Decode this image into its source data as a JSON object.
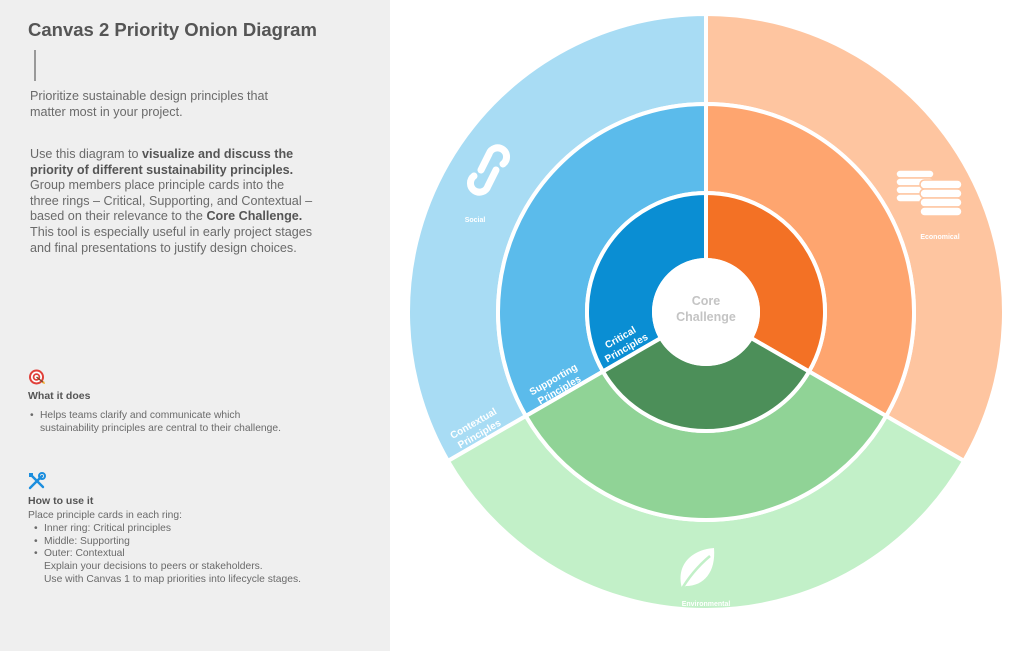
{
  "panel": {
    "title": "Canvas 2 Priority Onion Diagram",
    "intro_lines": [
      "Prioritize sustainable design principles that",
      "matter most in your project."
    ],
    "description_lines": [
      [
        {
          "t": "Use this diagram to ",
          "b": false
        },
        {
          "t": "visualize and discuss the",
          "b": true
        }
      ],
      [
        {
          "t": "priority of different sustainability principles.",
          "b": true
        }
      ],
      [
        {
          "t": "Group members place principle cards into the",
          "b": false
        }
      ],
      [
        {
          "t": "three rings – Critical, Supporting, and Contextual –",
          "b": false
        }
      ],
      [
        {
          "t": "based on their relevance to the ",
          "b": false
        },
        {
          "t": "Core Challenge.",
          "b": true
        }
      ],
      [
        {
          "t": "This tool is especially useful in early project stages",
          "b": false
        }
      ],
      [
        {
          "t": "and final presentations to justify design choices.",
          "b": false
        }
      ]
    ],
    "what_it_does": {
      "icon": "target-icon",
      "title": "What it does",
      "bullets": [
        "Helps teams clarify and communicate which",
        "sustainability principles are central to their challenge."
      ]
    },
    "how_to_use": {
      "icon": "tools-icon",
      "title": "How to use it",
      "lead": "Place principle cards in each ring:",
      "bullets": [
        "Inner ring: Critical principles",
        "Middle: Supporting",
        "Outer: Contextual"
      ],
      "notes": [
        "Explain your decisions to peers or stakeholders.",
        "Use with Canvas 1 to map priorities into lifecycle stages."
      ]
    }
  },
  "diagram": {
    "core_label": [
      "Core",
      "Challenge"
    ],
    "ring_labels": {
      "critical": [
        "Critical",
        "Principles"
      ],
      "supporting": [
        "Supporting",
        "Principles"
      ],
      "contextual": [
        "Contextual",
        "Principles"
      ]
    },
    "sectors": [
      {
        "name": "Social",
        "icon": "link-icon",
        "colors": {
          "inner": "#0a8ed3",
          "middle": "#5bbbeb",
          "outer": "#a8dcf4"
        }
      },
      {
        "name": "Economical",
        "icon": "coins-icon",
        "colors": {
          "inner": "#f37125",
          "middle": "#fea56f",
          "outer": "#fec5a0"
        }
      },
      {
        "name": "Environmental",
        "icon": "leaf-icon",
        "colors": {
          "inner": "#4c8f59",
          "middle": "#90d396",
          "outer": "#c2f0c8"
        }
      }
    ],
    "core_color": "#ffffff",
    "core_text_color": "#c4c4c4"
  }
}
